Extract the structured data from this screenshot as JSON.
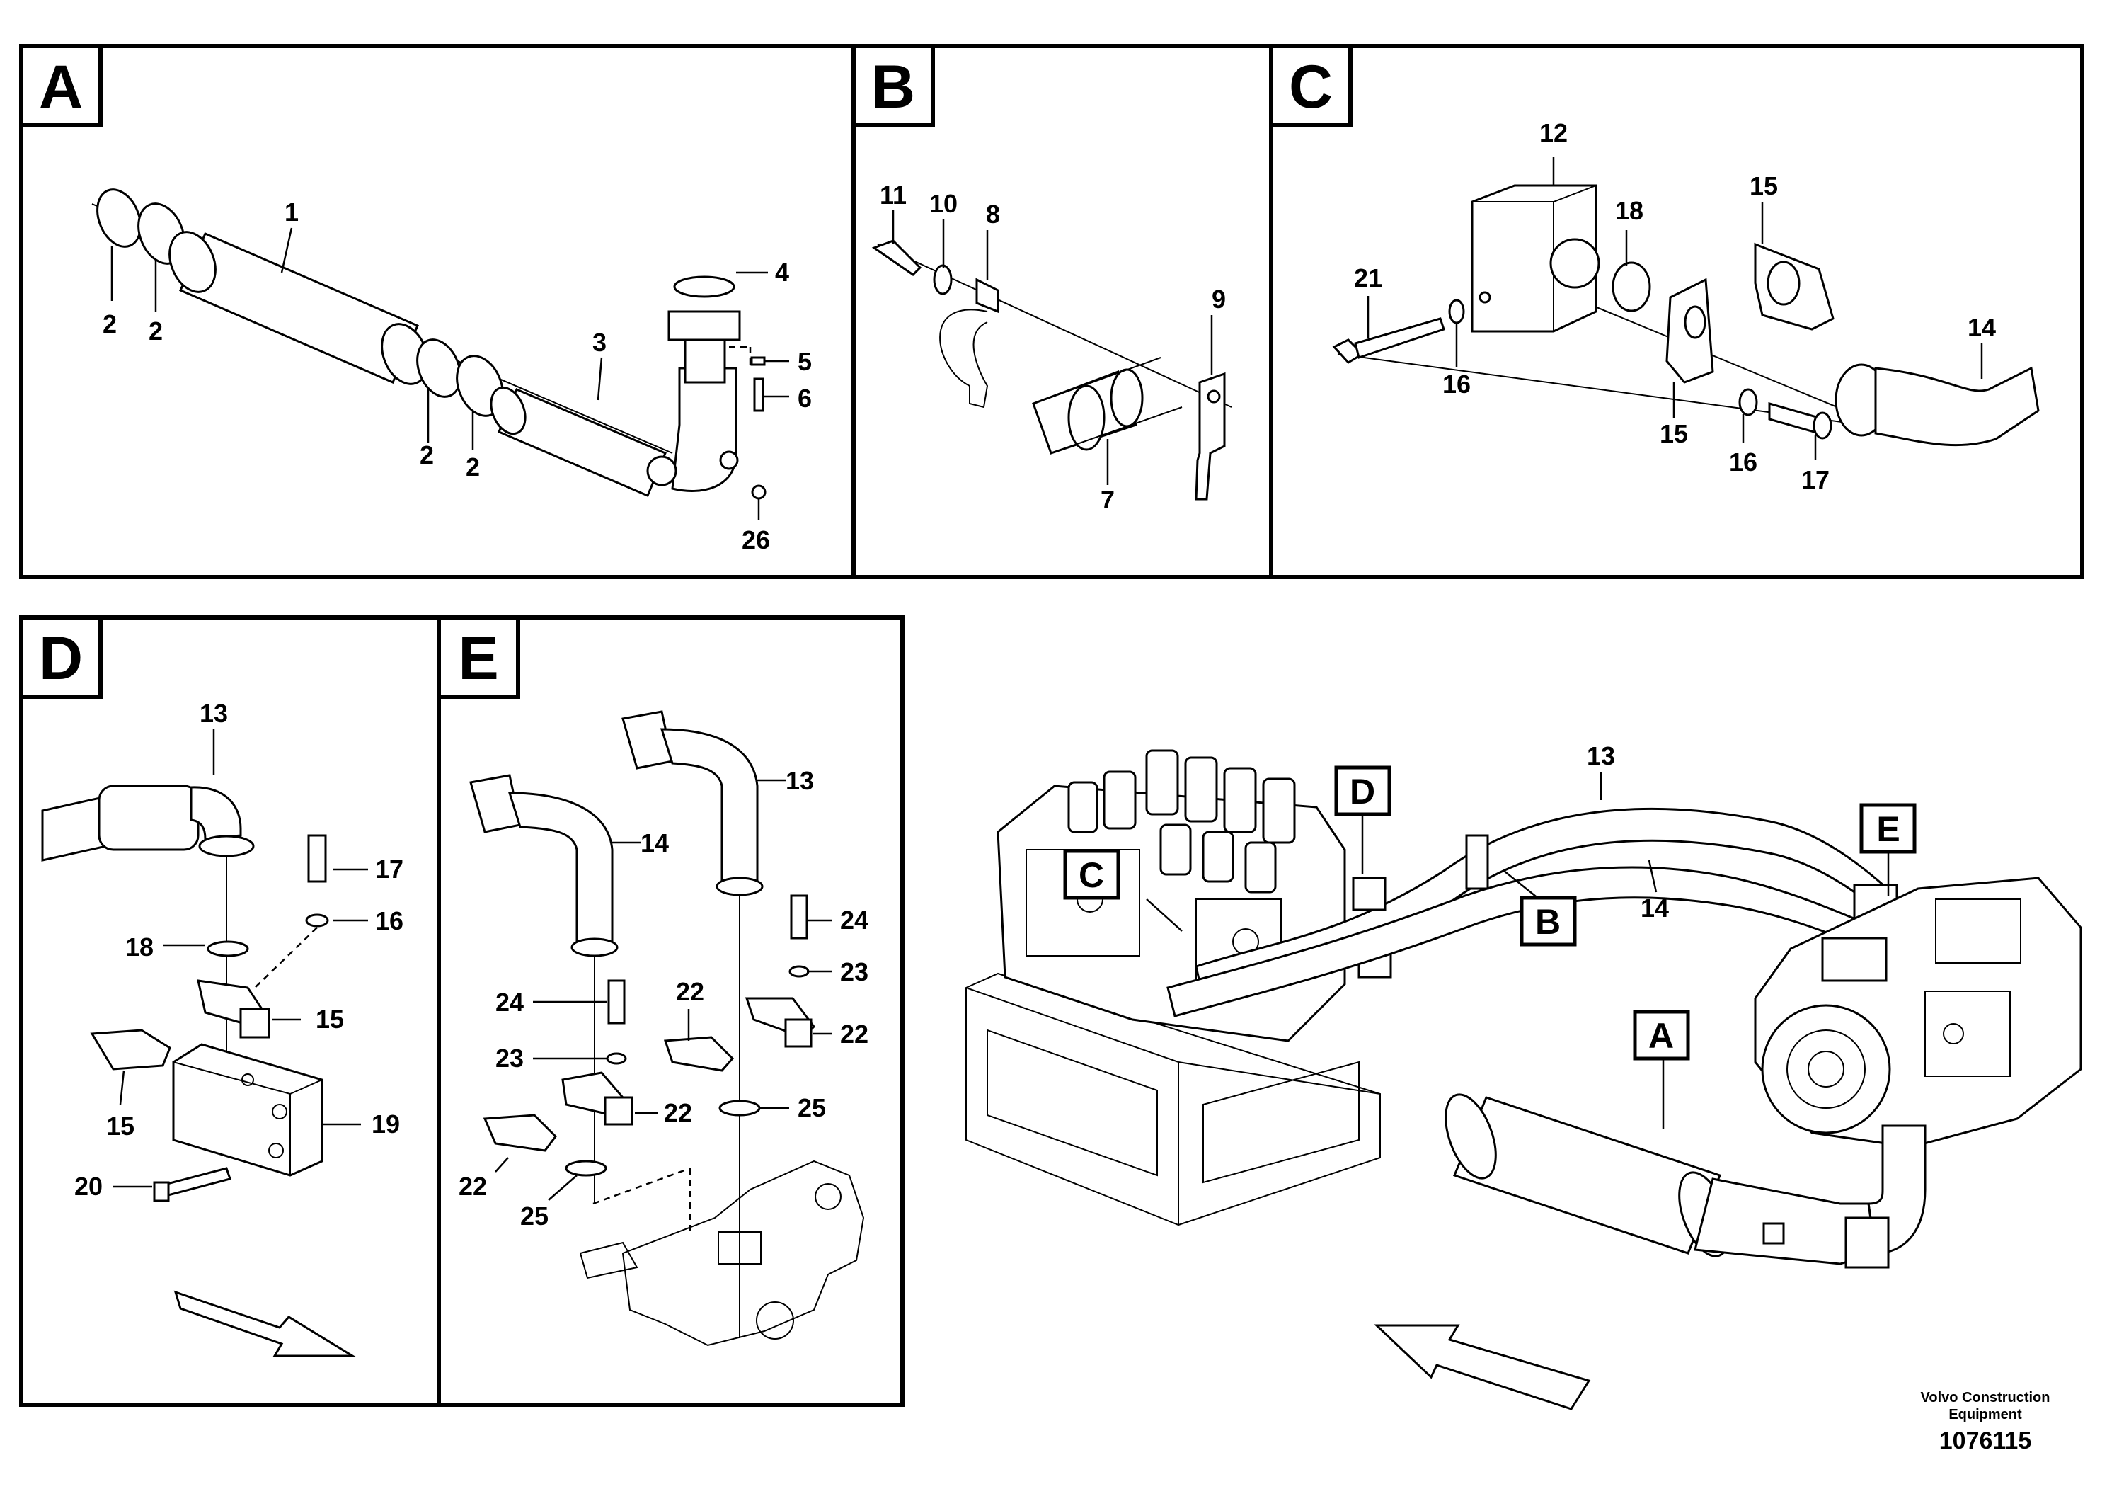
{
  "panels": [
    {
      "letter": "A"
    },
    {
      "letter": "B"
    },
    {
      "letter": "C"
    },
    {
      "letter": "D"
    },
    {
      "letter": "E"
    }
  ],
  "part_labels": {
    "a": [
      "1",
      "2",
      "2",
      "2",
      "2",
      "3",
      "4",
      "5",
      "6",
      "26"
    ],
    "b": [
      "11",
      "10",
      "8",
      "9",
      "7"
    ],
    "c": [
      "12",
      "18",
      "15",
      "21",
      "16",
      "14",
      "15",
      "16",
      "17"
    ],
    "d": [
      "13",
      "17",
      "16",
      "18",
      "15",
      "15",
      "19",
      "20"
    ],
    "e": [
      "13",
      "14",
      "24",
      "23",
      "22",
      "22",
      "24",
      "23",
      "22",
      "25",
      "22",
      "25"
    ],
    "overview": [
      "13",
      "14"
    ]
  },
  "overview_callouts": [
    "C",
    "D",
    "E",
    "B",
    "A"
  ],
  "footer": {
    "manufacturer_line1": "Volvo Construction",
    "manufacturer_line2": "Equipment",
    "figure_number": "1076115"
  }
}
